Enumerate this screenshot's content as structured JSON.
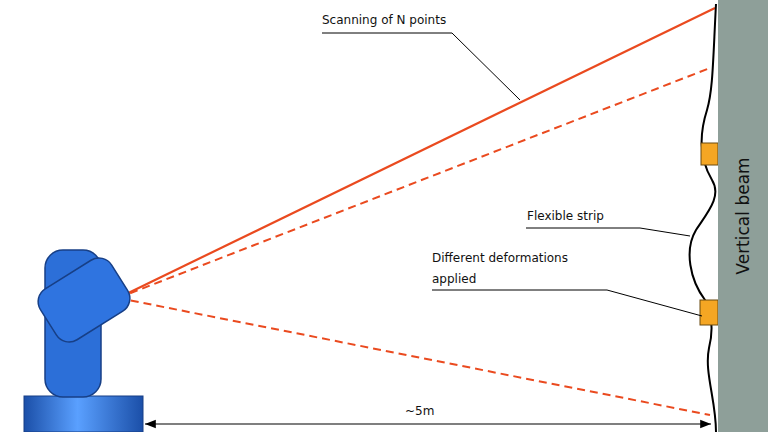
{
  "diagram": {
    "nodes": [
      {
        "text": [
          "Vertical beam"
        ]
      }
    ],
    "labels": [
      "Scanning of N points",
      "Flexible strip",
      "Different deformations applied",
      "~5m"
    ]
  }
}
